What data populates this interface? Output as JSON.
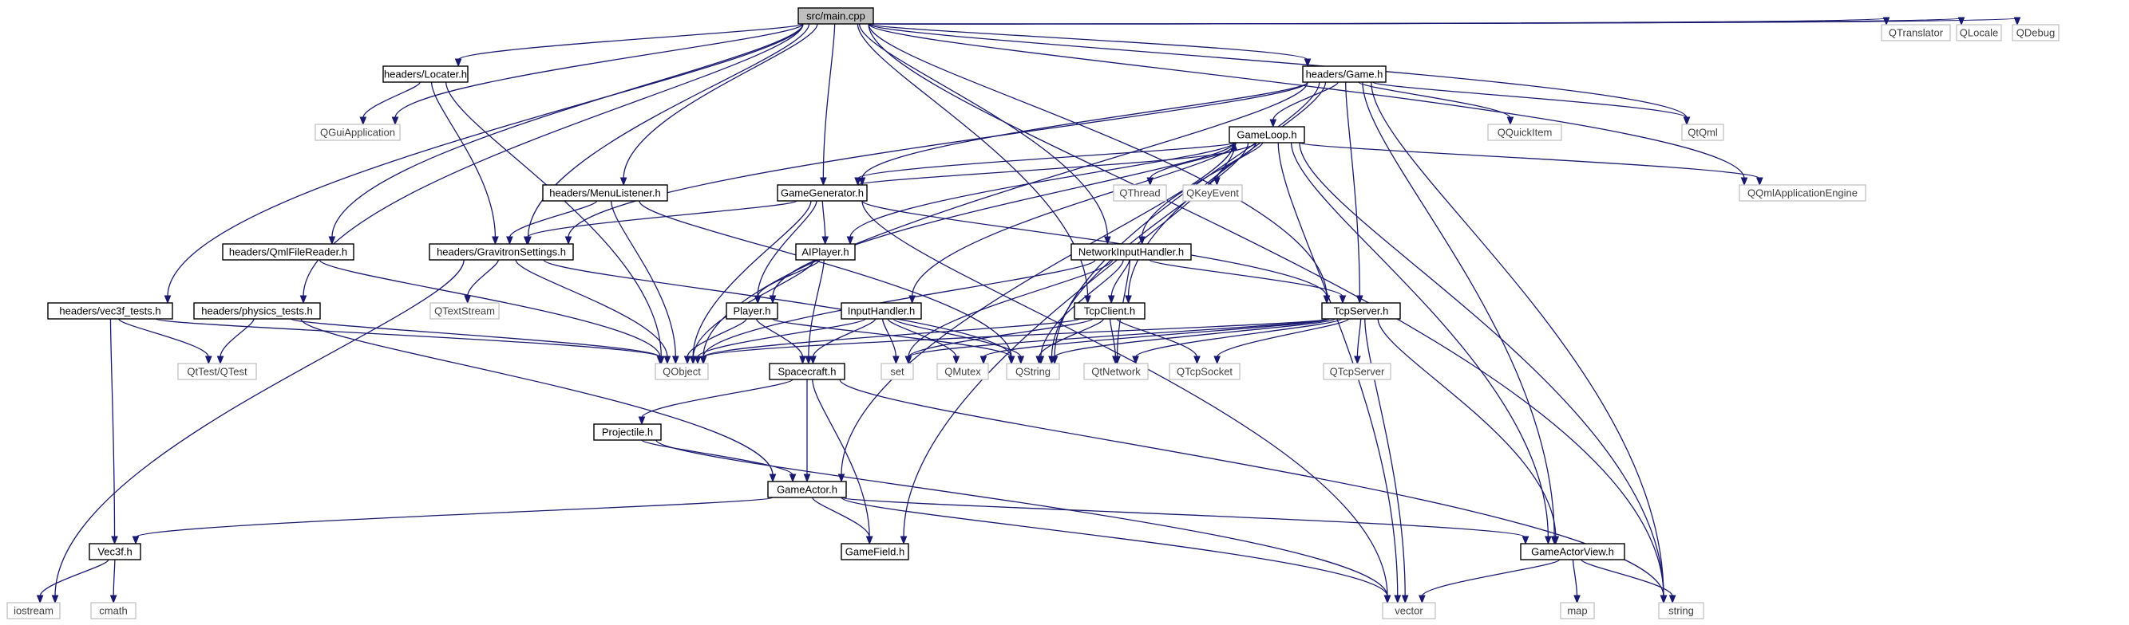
{
  "diagram": {
    "type": "include-dependency-graph",
    "root": "src/main.cpp",
    "colors": {
      "edge": "#191970",
      "root_fill": "#bfbfbf",
      "node_border": "#000000",
      "external_border": "#bfbfbf",
      "external_text": "#404040"
    },
    "nodes": [
      {
        "id": "main",
        "label": "src/main.cpp",
        "kind": "root"
      },
      {
        "id": "QTranslator",
        "label": "QTranslator",
        "kind": "external"
      },
      {
        "id": "QLocale",
        "label": "QLocale",
        "kind": "external"
      },
      {
        "id": "QDebug",
        "label": "QDebug",
        "kind": "external"
      },
      {
        "id": "Locater",
        "label": "headers/Locater.h",
        "kind": "inner"
      },
      {
        "id": "Game",
        "label": "headers/Game.h",
        "kind": "inner"
      },
      {
        "id": "QGuiApplication",
        "label": "QGuiApplication",
        "kind": "external"
      },
      {
        "id": "GameLoop",
        "label": "GameLoop.h",
        "kind": "inner"
      },
      {
        "id": "QQuickItem",
        "label": "QQuickItem",
        "kind": "external"
      },
      {
        "id": "QtQml",
        "label": "QtQml",
        "kind": "external"
      },
      {
        "id": "MenuListener",
        "label": "headers/MenuListener.h",
        "kind": "inner"
      },
      {
        "id": "GameGenerator",
        "label": "GameGenerator.h",
        "kind": "inner"
      },
      {
        "id": "QThread",
        "label": "QThread",
        "kind": "external"
      },
      {
        "id": "QKeyEvent",
        "label": "QKeyEvent",
        "kind": "external"
      },
      {
        "id": "QQmlApplicationEngine",
        "label": "QQmlApplicationEngine",
        "kind": "external"
      },
      {
        "id": "QmlFileReader",
        "label": "headers/QmlFileReader.h",
        "kind": "inner"
      },
      {
        "id": "GravitronSettings",
        "label": "headers/GravitronSettings.h",
        "kind": "inner"
      },
      {
        "id": "AIPlayer",
        "label": "AIPlayer.h",
        "kind": "inner"
      },
      {
        "id": "NetworkInputHandler",
        "label": "NetworkInputHandler.h",
        "kind": "inner"
      },
      {
        "id": "QTextStream",
        "label": "QTextStream",
        "kind": "external"
      },
      {
        "id": "vec3f_tests",
        "label": "headers/vec3f_tests.h",
        "kind": "inner"
      },
      {
        "id": "physics_tests",
        "label": "headers/physics_tests.h",
        "kind": "inner"
      },
      {
        "id": "Player",
        "label": "Player.h",
        "kind": "inner"
      },
      {
        "id": "InputHandler",
        "label": "InputHandler.h",
        "kind": "inner"
      },
      {
        "id": "TcpClient",
        "label": "TcpClient.h",
        "kind": "inner"
      },
      {
        "id": "TcpServer",
        "label": "TcpServer.h",
        "kind": "inner"
      },
      {
        "id": "QtTest",
        "label": "QtTest/QTest",
        "kind": "external"
      },
      {
        "id": "QObject",
        "label": "QObject",
        "kind": "external"
      },
      {
        "id": "set",
        "label": "set",
        "kind": "external"
      },
      {
        "id": "QMutex",
        "label": "QMutex",
        "kind": "external"
      },
      {
        "id": "QString",
        "label": "QString",
        "kind": "external"
      },
      {
        "id": "QtNetwork",
        "label": "QtNetwork",
        "kind": "external"
      },
      {
        "id": "QTcpSocket",
        "label": "QTcpSocket",
        "kind": "external"
      },
      {
        "id": "QTcpServer",
        "label": "QTcpServer",
        "kind": "external"
      },
      {
        "id": "Spacecraft",
        "label": "Spacecraft.h",
        "kind": "inner"
      },
      {
        "id": "Projectile",
        "label": "Projectile.h",
        "kind": "inner"
      },
      {
        "id": "GameActor",
        "label": "GameActor.h",
        "kind": "inner"
      },
      {
        "id": "Vec3f",
        "label": "Vec3f.h",
        "kind": "inner"
      },
      {
        "id": "GameField",
        "label": "GameField.h",
        "kind": "inner"
      },
      {
        "id": "GameActorView",
        "label": "GameActorView.h",
        "kind": "inner"
      },
      {
        "id": "iostream",
        "label": "iostream",
        "kind": "external"
      },
      {
        "id": "cmath",
        "label": "cmath",
        "kind": "external"
      },
      {
        "id": "vector",
        "label": "vector",
        "kind": "external"
      },
      {
        "id": "map",
        "label": "map",
        "kind": "external"
      },
      {
        "id": "string",
        "label": "string",
        "kind": "external"
      }
    ],
    "edges": [
      [
        "main",
        "QTranslator"
      ],
      [
        "main",
        "QLocale"
      ],
      [
        "main",
        "QDebug"
      ],
      [
        "main",
        "Locater"
      ],
      [
        "main",
        "Game"
      ],
      [
        "main",
        "QGuiApplication"
      ],
      [
        "main",
        "QtQml"
      ],
      [
        "main",
        "QQmlApplicationEngine"
      ],
      [
        "main",
        "MenuListener"
      ],
      [
        "main",
        "GameGenerator"
      ],
      [
        "main",
        "QmlFileReader"
      ],
      [
        "main",
        "GravitronSettings"
      ],
      [
        "main",
        "vec3f_tests"
      ],
      [
        "main",
        "physics_tests"
      ],
      [
        "main",
        "TcpClient"
      ],
      [
        "main",
        "TcpServer"
      ],
      [
        "main",
        "NetworkInputHandler"
      ],
      [
        "main",
        "string"
      ],
      [
        "Locater",
        "QGuiApplication"
      ],
      [
        "Locater",
        "GravitronSettings"
      ],
      [
        "Locater",
        "QObject"
      ],
      [
        "Game",
        "GameLoop"
      ],
      [
        "Game",
        "QQuickItem"
      ],
      [
        "Game",
        "QtQml"
      ],
      [
        "Game",
        "GameGenerator"
      ],
      [
        "Game",
        "GravitronSettings"
      ],
      [
        "Game",
        "QObject"
      ],
      [
        "Game",
        "TcpClient"
      ],
      [
        "Game",
        "TcpServer"
      ],
      [
        "Game",
        "GameActorView"
      ],
      [
        "Game",
        "string"
      ],
      [
        "Game",
        "QString"
      ],
      [
        "GameLoop",
        "QThread"
      ],
      [
        "GameLoop",
        "QKeyEvent"
      ],
      [
        "GameLoop",
        "QQmlApplicationEngine"
      ],
      [
        "GameLoop",
        "GameGenerator"
      ],
      [
        "GameLoop",
        "AIPlayer"
      ],
      [
        "GameLoop",
        "Player"
      ],
      [
        "GameLoop",
        "NetworkInputHandler"
      ],
      [
        "GameLoop",
        "InputHandler"
      ],
      [
        "GameLoop",
        "QString"
      ],
      [
        "GameLoop",
        "GameActor"
      ],
      [
        "GameLoop",
        "GameField"
      ],
      [
        "GameLoop",
        "GameActorView"
      ],
      [
        "GameLoop",
        "vector"
      ],
      [
        "GameLoop",
        "string"
      ],
      [
        "MenuListener",
        "GravitronSettings"
      ],
      [
        "MenuListener",
        "QObject"
      ],
      [
        "MenuListener",
        "QString"
      ],
      [
        "GameGenerator",
        "GameLoop"
      ],
      [
        "GameGenerator",
        "GravitronSettings"
      ],
      [
        "GameGenerator",
        "AIPlayer"
      ],
      [
        "GameGenerator",
        "Player"
      ],
      [
        "GameGenerator",
        "QObject"
      ],
      [
        "GameGenerator",
        "TcpServer"
      ],
      [
        "GameGenerator",
        "vector"
      ],
      [
        "QmlFileReader",
        "QObject"
      ],
      [
        "GravitronSettings",
        "QTextStream"
      ],
      [
        "GravitronSettings",
        "QObject"
      ],
      [
        "GravitronSettings",
        "QString"
      ],
      [
        "GravitronSettings",
        "iostream"
      ],
      [
        "AIPlayer",
        "Player"
      ],
      [
        "AIPlayer",
        "QObject"
      ],
      [
        "AIPlayer",
        "Spacecraft"
      ],
      [
        "NetworkInputHandler",
        "TcpServer"
      ],
      [
        "NetworkInputHandler",
        "TcpClient"
      ],
      [
        "NetworkInputHandler",
        "QObject"
      ],
      [
        "NetworkInputHandler",
        "QString"
      ],
      [
        "NetworkInputHandler",
        "set"
      ],
      [
        "NetworkInputHandler",
        "QtNetwork"
      ],
      [
        "vec3f_tests",
        "QtTest"
      ],
      [
        "vec3f_tests",
        "QObject"
      ],
      [
        "vec3f_tests",
        "Vec3f"
      ],
      [
        "physics_tests",
        "QtTest"
      ],
      [
        "physics_tests",
        "QObject"
      ],
      [
        "physics_tests",
        "GameActor"
      ],
      [
        "Player",
        "QObject"
      ],
      [
        "Player",
        "Spacecraft"
      ],
      [
        "Player",
        "QString"
      ],
      [
        "InputHandler",
        "QObject"
      ],
      [
        "InputHandler",
        "set"
      ],
      [
        "InputHandler",
        "QMutex"
      ],
      [
        "InputHandler",
        "QString"
      ],
      [
        "InputHandler",
        "Spacecraft"
      ],
      [
        "TcpClient",
        "QObject"
      ],
      [
        "TcpClient",
        "QString"
      ],
      [
        "TcpClient",
        "QtNetwork"
      ],
      [
        "TcpClient",
        "QTcpSocket"
      ],
      [
        "TcpClient",
        "set"
      ],
      [
        "TcpServer",
        "QObject"
      ],
      [
        "TcpServer",
        "QString"
      ],
      [
        "TcpServer",
        "QtNetwork"
      ],
      [
        "TcpServer",
        "QTcpSocket"
      ],
      [
        "TcpServer",
        "QTcpServer"
      ],
      [
        "TcpServer",
        "set"
      ],
      [
        "TcpServer",
        "QMutex"
      ],
      [
        "TcpServer",
        "GameActorView"
      ],
      [
        "TcpServer",
        "vector"
      ],
      [
        "Spacecraft",
        "Projectile"
      ],
      [
        "Spacecraft",
        "GameActor"
      ],
      [
        "Spacecraft",
        "GameField"
      ],
      [
        "Spacecraft",
        "string"
      ],
      [
        "Projectile",
        "GameActor"
      ],
      [
        "Projectile",
        "vector"
      ],
      [
        "GameActor",
        "Vec3f"
      ],
      [
        "GameActor",
        "GameField"
      ],
      [
        "GameActor",
        "GameActorView"
      ],
      [
        "GameActor",
        "vector"
      ],
      [
        "Vec3f",
        "iostream"
      ],
      [
        "Vec3f",
        "cmath"
      ],
      [
        "GameActorView",
        "vector"
      ],
      [
        "GameActorView",
        "map"
      ],
      [
        "GameActorView",
        "string"
      ]
    ]
  }
}
